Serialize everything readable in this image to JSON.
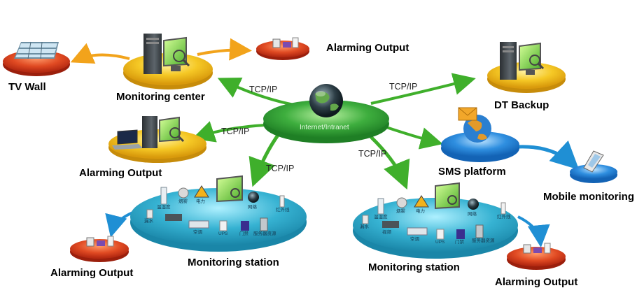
{
  "labels": {
    "tv_wall": "TV  Wall",
    "monitoring_center": "Monitoring center",
    "alarm_output_top": "Alarming Output",
    "dt_backup": "DT Backup",
    "alarm_output_mid": "Alarming Output",
    "sms_platform": "SMS platform",
    "mobile_monitoring": "Mobile monitoring",
    "alarm_output_left": "Alarming Output",
    "monitoring_station_left": "Monitoring station",
    "monitoring_station_right": "Monitoring station",
    "alarm_output_right": "Alarming Output"
  },
  "hub": {
    "text": "Internet/Intranet"
  },
  "links": {
    "tcp1": "TCP/IP",
    "tcp2": "TCP/IP",
    "tcp3": "TCP/IP",
    "tcp4": "TCP/IP",
    "tcp5": "TCP/IP"
  },
  "station_left": {
    "tags": [
      "温湿度",
      "烟雾",
      "电力",
      "网络",
      "红外线",
      "漏水",
      "空调",
      "UPS",
      "门禁",
      "服务器资源"
    ]
  },
  "station_right": {
    "tags": [
      "温湿度",
      "烟雾",
      "电力",
      "网络",
      "红外线",
      "漏水",
      "视频",
      "空调",
      "UPS",
      "门禁",
      "服务器资源"
    ]
  },
  "colors": {
    "hub_green": "#3aa63a",
    "arrow_green": "#3faf2b",
    "arrow_orange": "#f2a31b",
    "arrow_blue": "#1f8fd4",
    "platform_yellow": "#f3c21f",
    "platform_red": "#d8391c",
    "platform_blue": "#2a86d6",
    "platform_teal": "#33a9c8"
  }
}
